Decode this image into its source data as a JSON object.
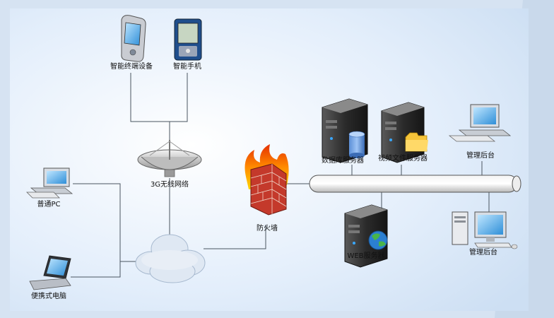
{
  "nodes": {
    "smart_terminal": "智能终端设备",
    "smart_phone": "智能手机",
    "wireless_3g": "3G无线网络",
    "regular_pc": "普通PC",
    "laptop": "便携式电脑",
    "firewall": "防火墙",
    "db_server": "数据库服务器",
    "video_server": "视频文件服务器",
    "admin_1": "管理后台",
    "web_server": "WEB服务器",
    "admin_2": "管理后台"
  },
  "icons": {
    "smart_terminal": "pda-device-icon",
    "smart_phone": "smartphone-icon",
    "wireless_3g": "satellite-dish-icon",
    "regular_pc": "desktop-pc-icon",
    "laptop": "laptop-icon",
    "cloud": "network-cloud-icon",
    "firewall": "firewall-icon",
    "db_server": "database-server-icon",
    "video_server": "file-server-icon",
    "admin_1": "admin-computer-icon",
    "web_server": "web-server-icon",
    "admin_2": "admin-workstation-icon",
    "backbone": "network-backbone-icon"
  }
}
